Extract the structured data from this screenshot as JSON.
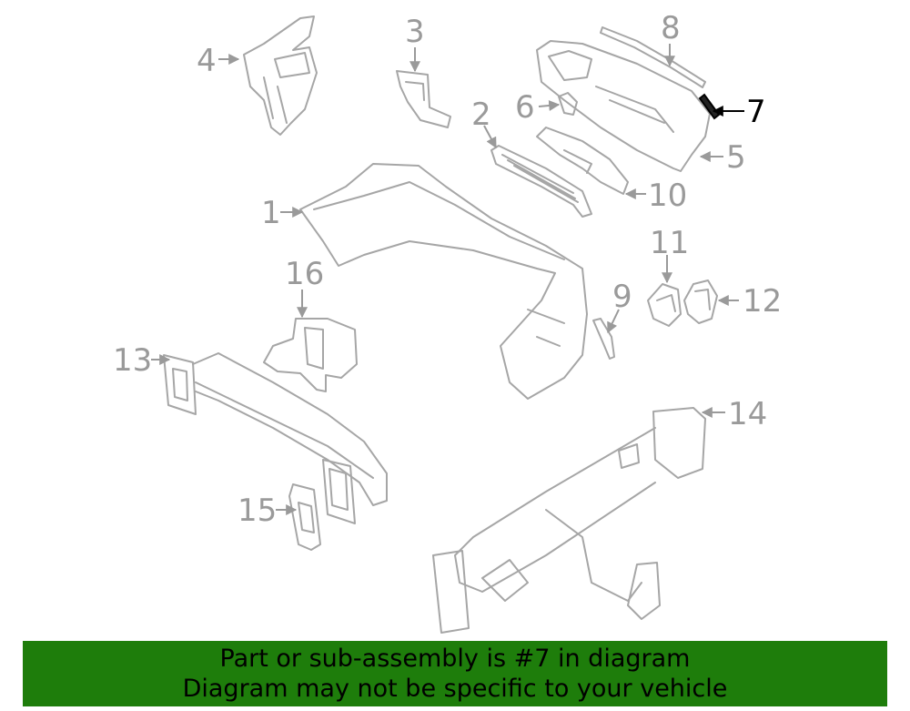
{
  "callouts": {
    "c1": "1",
    "c2": "2",
    "c3": "3",
    "c4": "4",
    "c5": "5",
    "c6": "6",
    "c7": "7",
    "c8": "8",
    "c9": "9",
    "c10": "10",
    "c11": "11",
    "c12": "12",
    "c13": "13",
    "c14": "14",
    "c15": "15",
    "c16": "16"
  },
  "highlighted_part": "7",
  "banner": {
    "line1": "Part or sub-assembly is #7 in diagram",
    "line2": "Diagram may not be specific to your vehicle"
  },
  "colors": {
    "banner_bg": "#1e7d0b",
    "part_stroke": "#a6a6a6",
    "label_gray": "#9a9a9a",
    "highlight": "#000000"
  }
}
